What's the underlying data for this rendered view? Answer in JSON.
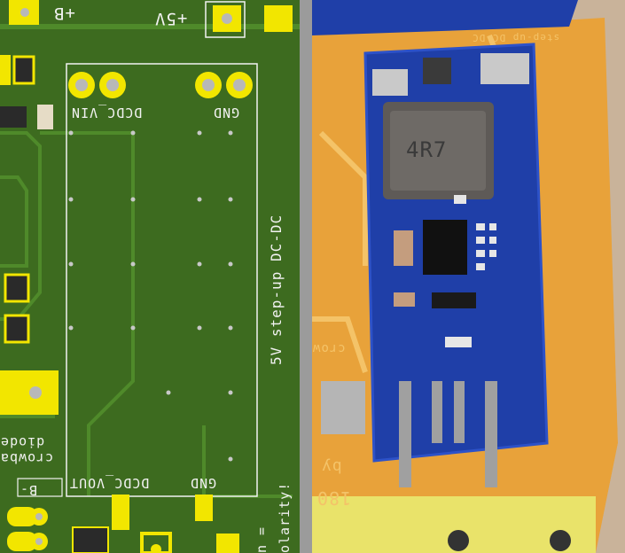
{
  "pcb_render": {
    "labels": {
      "plus_b": "+B",
      "plus_5v": "+5V",
      "dcdc_vin": "DCDC_VIN",
      "gnd_top": "GND",
      "module_title": "5V step-up DC-DC",
      "gnd_bottom": "GND",
      "dcdc_vout": "DCDC_VOUT",
      "crowbar": "crowba",
      "diode": "diode",
      "b_minus": "B-",
      "edge_text_1": "n =",
      "edge_text_2": "olarity!"
    },
    "colors": {
      "board": "#3d6b1f",
      "copper_pad": "#f2e600",
      "silkscreen": "#f2f2f2"
    }
  },
  "photo": {
    "inductor_marking": "4R7",
    "board_text_1": "step-up DC-DC",
    "board_text_2": "crow",
    "board_text_3": "by",
    "board_text_4": "180",
    "colors": {
      "carrier_board": "#e8a23a",
      "module_board": "#1f3fa8",
      "background": "#c9b39a"
    }
  }
}
